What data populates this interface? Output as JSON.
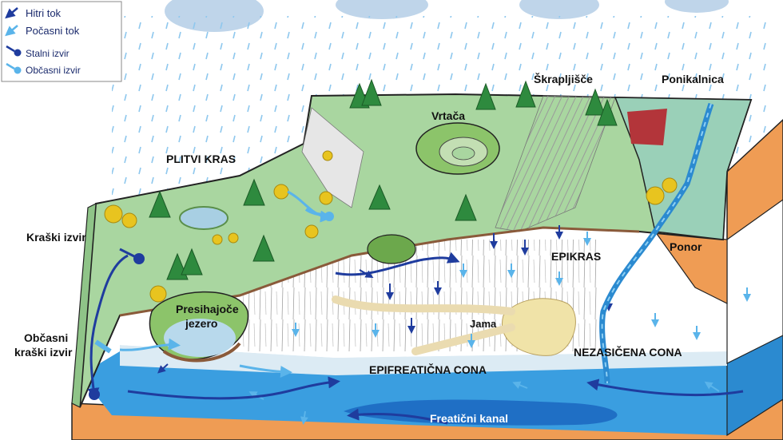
{
  "legend": {
    "items": [
      {
        "label": "Hitri tok",
        "icon": "fast-flow-arrow-icon",
        "color": "#1f3c9e"
      },
      {
        "label": "Počasni tok",
        "icon": "slow-flow-arrow-icon",
        "color": "#5ab4ea"
      },
      {
        "label": "Stalni izvir",
        "icon": "permanent-spring-icon",
        "color": "#1f3c9e"
      },
      {
        "label": "Občasni izvir",
        "icon": "intermittent-spring-icon",
        "color": "#5ab4ea"
      }
    ]
  },
  "labels": {
    "plitvi_kras": "PLITVI KRAS",
    "vrtaca": "Vrtača",
    "skrapljisce": "Škrapljišče",
    "ponikalnica": "Ponikalnica",
    "kraski_izvir": "Kraški izvir",
    "ponor": "Ponor",
    "epikras": "EPIKRAS",
    "presihajoce_l1": "Presihajoče",
    "presihajoce_l2": "jezero",
    "obcasni_l1": "Občasni",
    "obcasni_l2": "kraški izvir",
    "jama": "Jama",
    "nezasicena_cona": "NEZASIČENA CONA",
    "epifreaticna_cona": "EPIFREATIČNA CONA",
    "freaticni_kanal": "Freatični kanal"
  },
  "colors": {
    "surface_green": "#a9d6a0",
    "rock_white": "#ffffff",
    "soil_brown": "#8a5a3a",
    "orange_layer": "#ef9c54",
    "phreatic_blue": "#3a9ee0",
    "fast_flow": "#1f3c9e",
    "slow_flow": "#5ab4ea",
    "rain": "#8fc8ee",
    "tree_green": "#2e8a3e",
    "tree_yellow": "#e8c41f"
  }
}
